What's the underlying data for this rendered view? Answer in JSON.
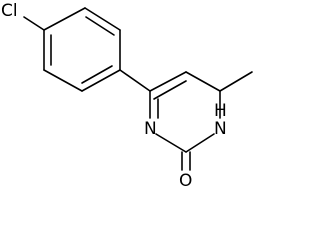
{
  "diagram": {
    "atoms": {
      "chlorine": "Cl",
      "nitrogen_ring": "N",
      "nitrogen_h": "N",
      "hydrogen": "H",
      "oxygen": "O"
    }
  }
}
